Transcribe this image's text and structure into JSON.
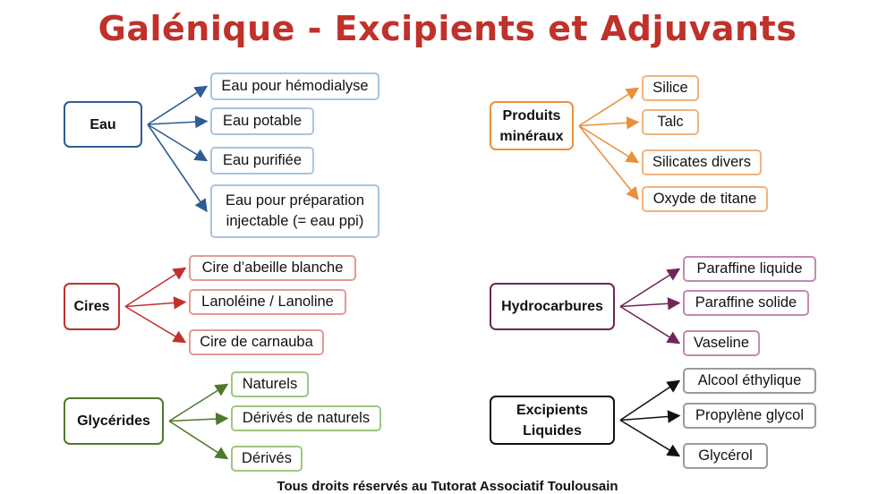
{
  "title": "Galénique - Excipients et Adjuvants",
  "footer": "Tous droits réservés au Tutorat Associatif Toulousain",
  "groups": [
    {
      "label": "Eau",
      "color": "#2e5c94",
      "light": "#a8c3de",
      "items": [
        "Eau pour hémodialyse",
        "Eau potable",
        "Eau purifiée",
        "Eau pour préparation\ninjectable (= eau ppi)"
      ]
    },
    {
      "label": "Produits\nminéraux",
      "color": "#e8913d",
      "light": "#f0b37c",
      "items": [
        "Silice",
        "Talc",
        "Silicates divers",
        "Oxyde de titane"
      ]
    },
    {
      "label": "Cires",
      "color": "#c0312b",
      "light": "#e49a95",
      "items": [
        "Cire d’abeille blanche",
        "Lanoléine / Lanoline",
        "Cire de carnauba"
      ]
    },
    {
      "label": "Hydrocarbures",
      "color": "#6e2756",
      "light": "#c38ab1",
      "items": [
        "Paraffine liquide",
        "Paraffine solide",
        "Vaseline"
      ]
    },
    {
      "label": "Glycérides",
      "color": "#4e7a2c",
      "light": "#9dc77f",
      "items": [
        "Naturels",
        "Dérivés de naturels",
        "Dérivés"
      ]
    },
    {
      "label": "Excipients\nLiquides",
      "color": "#111111",
      "light": "#9a9a9a",
      "items": [
        "Alcool éthylique",
        "Propylène glycol",
        "Glycérol"
      ]
    }
  ]
}
